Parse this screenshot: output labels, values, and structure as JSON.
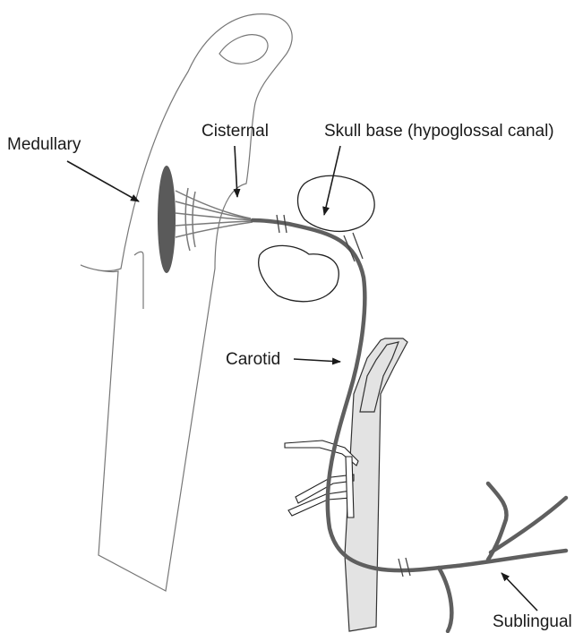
{
  "labels": {
    "medullary": "Medullary",
    "cisternal": "Cisternal",
    "skull_base": "Skull base (hypoglossal canal)",
    "carotid": "Carotid",
    "sublingual": "Sublingual"
  },
  "colors": {
    "nerve": "#5f5f5f",
    "outline": "#3c3c3c",
    "nucleus": "#5a5a5a",
    "artery_fill": "#e3e3e3",
    "text": "#1a1a1a"
  }
}
